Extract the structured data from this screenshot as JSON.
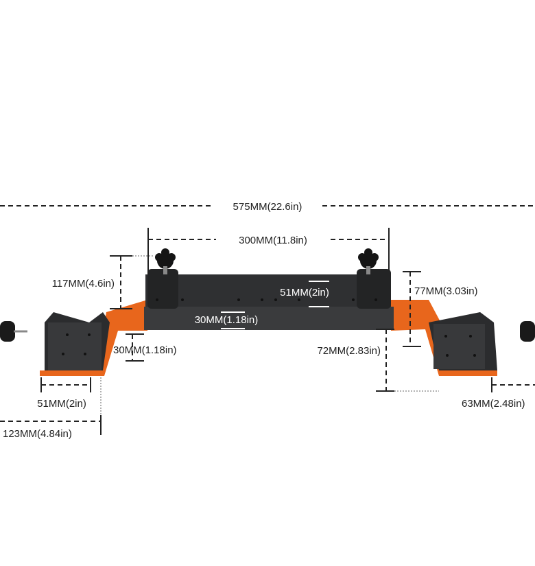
{
  "dimensions": {
    "overall_length": "575MM(22.6in)",
    "clamp_span": "300MM(11.8in)",
    "total_height": "117MM(4.6in)",
    "bar_top_depth": "51MM(2in)",
    "right_height": "77MM(3.03in)",
    "bar_front_height": "30MM(1.18in)",
    "left_step": "30MM(1.18in)",
    "right_drop": "72MM(2.83in)",
    "left_plate_width": "51MM(2in)",
    "left_foot_length": "123MM(4.84in)",
    "right_plate_width": "63MM(2.48in)"
  },
  "colors": {
    "body": "#2e2f31",
    "accent": "#e8661c"
  }
}
